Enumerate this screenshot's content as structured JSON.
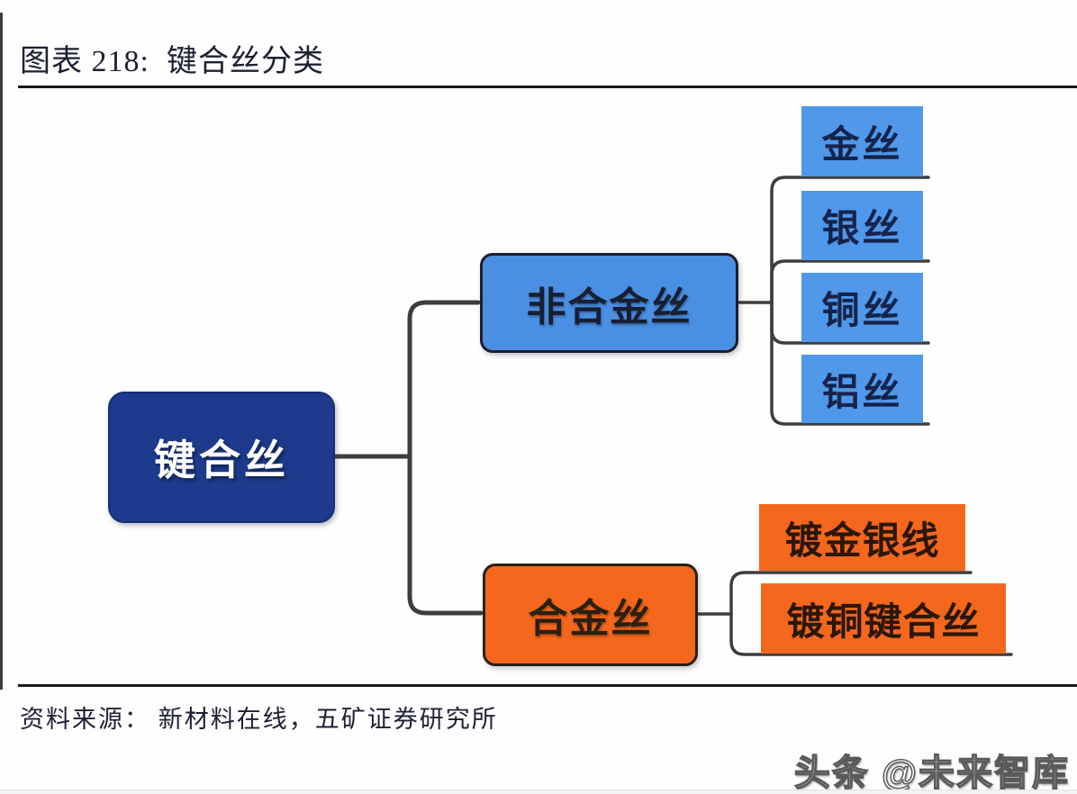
{
  "header": {
    "title": "图表 218:  键合丝分类"
  },
  "diagram": {
    "root": {
      "label": "键合丝"
    },
    "branches": [
      {
        "label": "非合金丝",
        "children": [
          {
            "label": "金丝"
          },
          {
            "label": "银丝"
          },
          {
            "label": "铜丝"
          },
          {
            "label": "铝丝"
          }
        ]
      },
      {
        "label": "合金丝",
        "children": [
          {
            "label": "镀金银线"
          },
          {
            "label": "镀铜键合丝"
          }
        ]
      }
    ]
  },
  "footer": {
    "source": "资料来源： 新材料在线，五矿证券研究所"
  },
  "watermark": {
    "text": "头条 @未来智库"
  },
  "colors": {
    "root_fill": "#1d3a8c",
    "blue_fill": "#4a90e2",
    "leaf_blue_fill": "#4f98ea",
    "orange_fill": "#f4671c",
    "connector": "#3d3d3d",
    "rule": "#1a1a1f",
    "title_text": "#1c2030"
  }
}
